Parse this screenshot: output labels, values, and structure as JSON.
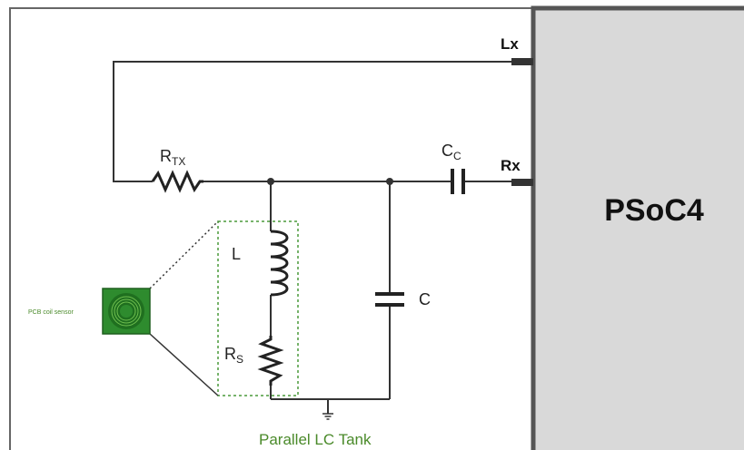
{
  "chip": {
    "name": "PSoC4"
  },
  "pins": {
    "lx": "Lx",
    "rx": "Rx"
  },
  "components": {
    "rtx": {
      "main": "R",
      "sub": "TX"
    },
    "cc": {
      "main": "C",
      "sub": "C"
    },
    "l": "L",
    "c": "C",
    "rs": {
      "main": "R",
      "sub": "S"
    }
  },
  "sensor": {
    "label": "PCB coil sensor"
  },
  "tank": {
    "label": "Parallel LC Tank"
  },
  "colors": {
    "wire": "#333333",
    "chip_fill": "#d9d9d9",
    "chip_border": "#555555",
    "sensor_green": "#2e8b2e",
    "sensor_dark": "#1f5f1f",
    "tank_border": "#4a9a3a",
    "tank_label": "#4a8a2a"
  },
  "icons": {
    "ground": "ground-icon",
    "sensor": "pcb-coil-icon"
  }
}
